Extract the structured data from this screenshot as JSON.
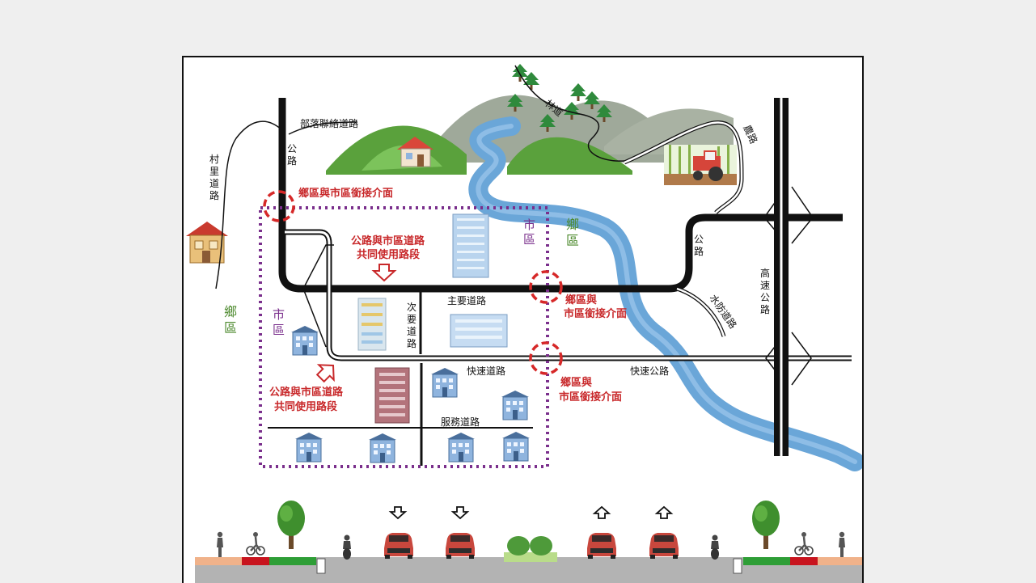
{
  "labels": {
    "tribal_road": "部落聯絡道路",
    "highway_left": [
      "公",
      "路"
    ],
    "village_road": [
      "村",
      "里",
      "道",
      "路"
    ],
    "forest_road": "林道",
    "farm_road": "農路",
    "interface_1": "鄉區與市區銜接介面",
    "shared_top": [
      "公路與市區道路",
      "共同使用路段"
    ],
    "city_top": [
      "市",
      "區"
    ],
    "rural_right": [
      "鄉",
      "區"
    ],
    "highway_right": [
      "公",
      "路"
    ],
    "freeway": [
      "高",
      "速",
      "公",
      "路"
    ],
    "interface_2": [
      "鄉區與",
      "市區銜接介面"
    ],
    "rural_left": [
      "鄉",
      "區"
    ],
    "city_left": [
      "市",
      "區"
    ],
    "secondary_road": [
      "次",
      "要",
      "道",
      "路"
    ],
    "main_road": "主要道路",
    "levee_road": "水防道路",
    "expressway_road": "快速道路",
    "express_highway": "快速公路",
    "interface_3": [
      "鄉區與",
      "市區銜接介面"
    ],
    "shared_bottom": [
      "公路與市區道路",
      "共同使用路段"
    ],
    "service_road": "服務道路"
  },
  "colors": {
    "road": "#111111",
    "river": "#6aa6d8",
    "interface_circle": "#d62828",
    "city_boundary": "#7a2f8c",
    "red_text": "#c8282a",
    "purple_text": "#7a2f8c",
    "green_text": "#4d8a2e",
    "hill_green": "#5aa13c",
    "hill_grey": "#9fa99a",
    "bike_lane_red": "#c8141e",
    "bike_lane_green": "#2e9e36",
    "sidewalk": "#f0b28a",
    "pavement": "#b3b3b3",
    "car": "#c8473d"
  },
  "icons": [
    "house-icon",
    "tree-icon",
    "building-icon",
    "tractor-icon",
    "car-icon",
    "cyclist-icon",
    "pedestrian-icon",
    "arrow-up-icon",
    "arrow-down-icon"
  ]
}
